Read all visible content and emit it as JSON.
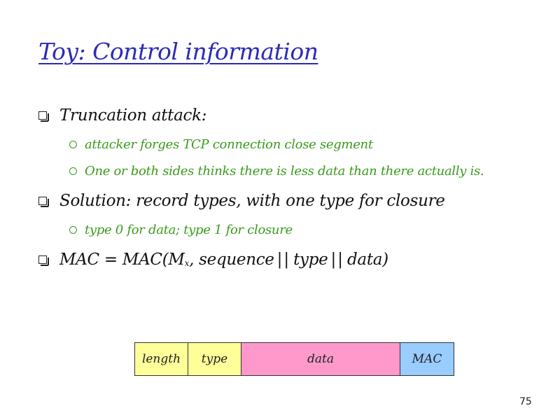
{
  "slide": {
    "title": "Toy: Control information",
    "bullets": [
      {
        "text": "Truncation attack:",
        "subs": [
          "attacker forges TCP connection close segment",
          "One or both sides thinks there is less data than there actually is."
        ]
      },
      {
        "text": "Solution: record types, with one type for closure",
        "subs": [
          "type 0 for data; type 1 for closure"
        ]
      }
    ],
    "mac_line": {
      "prefix": "MAC = MAC(M",
      "subscript": "x",
      "part1": ", sequence",
      "sep1": "||",
      "part2": "type",
      "sep2": "||",
      "part3": "data)"
    },
    "record_fields": [
      "length",
      "type",
      "data",
      "MAC"
    ],
    "page_number": "75"
  },
  "colors": {
    "title": "#2b2bb8",
    "level1_text": "#111111",
    "level2_text": "#3a9a1c",
    "length_field": "#ffff99",
    "type_field": "#ffff99",
    "data_field": "#ff99cc",
    "mac_field": "#99ccff"
  },
  "icons": {
    "level1_bullet": "square-bullet-icon",
    "level2_bullet": "circle-bullet-icon"
  }
}
